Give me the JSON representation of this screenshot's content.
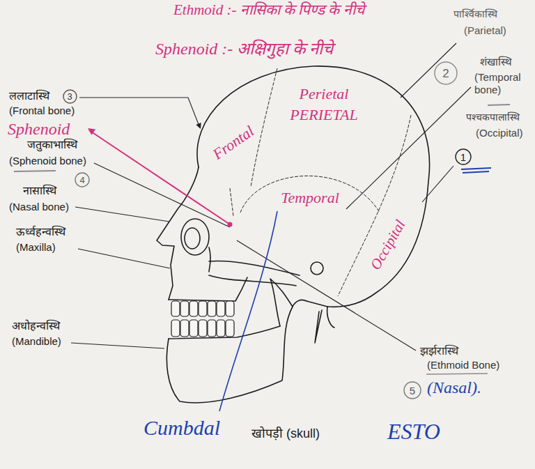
{
  "diagram": {
    "caption": "खोपड़ी (skull)",
    "nodes": [
      {
        "text": [
          "2"
        ]
      },
      {
        "text": [
          "3"
        ]
      },
      {
        "text": [
          "1"
        ]
      },
      {
        "text": [
          "4"
        ]
      },
      {
        "text": [
          "5"
        ]
      }
    ],
    "labels": [
      "Ethmoid :- नासिका के पिण्ड के नीचे",
      "Sphenoid :- अक्षिगुहा के नीचे",
      "ललाटास्थि",
      "(Frontal bone)",
      "Sphenoid",
      "जतुकाभास्थि",
      "(Sphenoid bone)",
      "नासास्थि",
      "(Nasal bone)",
      "ऊर्ध्वहन्वस्थि",
      "(Maxilla)",
      "अधोहन्वस्थि",
      "(Mandible)",
      "पार्श्विकास्थि",
      "(Parietal)",
      "शंखास्थि",
      "(Temporal bone)",
      "पश्चकपालास्थि",
      "(Occipital)",
      "झर्झरास्थि",
      "(Ethmoid Bone)",
      "(Nasal).",
      "Frontal",
      "Perietal",
      "PERIETAL",
      "Temporal",
      "Occipital",
      "Cumbdal",
      "ESTO"
    ]
  }
}
